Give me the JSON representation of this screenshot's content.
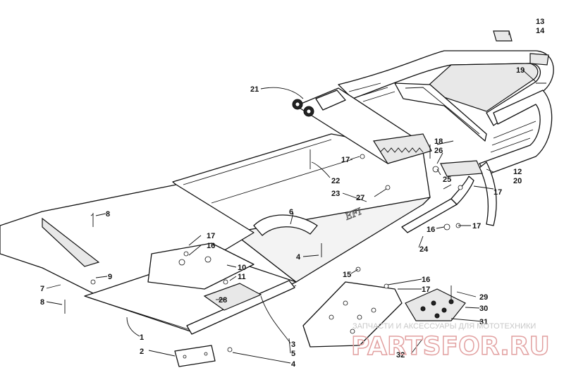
{
  "diagram": {
    "callouts": [
      {
        "id": "c1",
        "label": "1"
      },
      {
        "id": "c2",
        "label": "2"
      },
      {
        "id": "c3",
        "label": "3"
      },
      {
        "id": "c4a",
        "label": "4"
      },
      {
        "id": "c4b",
        "label": "4"
      },
      {
        "id": "c5",
        "label": "5"
      },
      {
        "id": "c6",
        "label": "6"
      },
      {
        "id": "c7",
        "label": "7"
      },
      {
        "id": "c8a",
        "label": "8"
      },
      {
        "id": "c8b",
        "label": "8"
      },
      {
        "id": "c9",
        "label": "9"
      },
      {
        "id": "c10",
        "label": "10"
      },
      {
        "id": "c11",
        "label": "11"
      },
      {
        "id": "c12",
        "label": "12"
      },
      {
        "id": "c13",
        "label": "13"
      },
      {
        "id": "c14",
        "label": "14"
      },
      {
        "id": "c15",
        "label": "15"
      },
      {
        "id": "c16a",
        "label": "16"
      },
      {
        "id": "c16b",
        "label": "16"
      },
      {
        "id": "c16c",
        "label": "16"
      },
      {
        "id": "c17a",
        "label": "17"
      },
      {
        "id": "c17b",
        "label": "17"
      },
      {
        "id": "c17c",
        "label": "17"
      },
      {
        "id": "c17d",
        "label": "17"
      },
      {
        "id": "c17e",
        "label": "17"
      },
      {
        "id": "c18",
        "label": "18"
      },
      {
        "id": "c19",
        "label": "19"
      },
      {
        "id": "c20",
        "label": "20"
      },
      {
        "id": "c21",
        "label": "21"
      },
      {
        "id": "c22",
        "label": "22"
      },
      {
        "id": "c23",
        "label": "23"
      },
      {
        "id": "c24",
        "label": "24"
      },
      {
        "id": "c25",
        "label": "25"
      },
      {
        "id": "c26",
        "label": "26"
      },
      {
        "id": "c27",
        "label": "27"
      },
      {
        "id": "c28",
        "label": "28"
      },
      {
        "id": "c29",
        "label": "29"
      },
      {
        "id": "c30",
        "label": "30"
      },
      {
        "id": "c31",
        "label": "31"
      },
      {
        "id": "c32",
        "label": "32"
      }
    ],
    "emboss_text": "EFI"
  },
  "watermark": {
    "caption": "ЗАПЧАСТИ И АКСЕССУАРЫ ДЛЯ МОТОТЕХНИКИ",
    "logo": "PARTSFOR.RU"
  },
  "colors": {
    "line": "#111111",
    "background": "#ffffff",
    "watermark_logo": "#e2a0a0",
    "watermark_text": "#c8c8c8"
  }
}
